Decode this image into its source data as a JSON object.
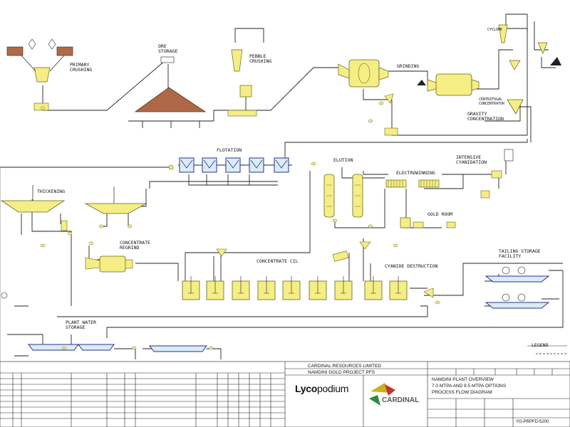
{
  "labels": {
    "primary_crushing": "PRIMARY\nCRUSHING",
    "ore_storage": "ORE\nSTORAGE",
    "pebble_crushing": "PEBBLE\nCRUSHING",
    "grinding": "GRINDING",
    "cyclone": "CYCLONE",
    "gravity_concentration": "GRAVITY\nCONCENTRATION",
    "centrifugal_concentrator": "CENTRIFUGAL\nCONCENTRATOR",
    "flotation": "FLOTATION",
    "elution": "ELUTION",
    "electrowinning": "ELECTROWINNING",
    "intensive_cyanidation": "INTENSIVE\nCYANIDATION",
    "thickening": "THICKENING",
    "gold_room": "GOLD ROOM",
    "concentrate_regrind": "CONCENTRATE\nREGRIND",
    "concentrate_cil": "CONCENTRATE CIL",
    "cyanide_destruction": "CYANIDE DESTRUCTION",
    "tailing_storage_facility": "TAILING STORAGE\nFACILITY",
    "plant_water_storage": "PLANT WATER\nSTORAGE",
    "legend": "LEGEND"
  },
  "title_block": {
    "client": "CARDINAL RESOURCES LIMITED",
    "project": "NAMDINI GOLD PROJECT PFS",
    "title_line1": "NAMDINI PLANT OVERVIEW",
    "title_line2": "7.0 MTPA AND 9.5 MTPA OPTIONS",
    "title_line3": "PROCESS FLOW DIAGRAM",
    "drawing_number": "YG-PRPFD-5200",
    "lyco_bold": "Lyco",
    "lyco_thin": "podium",
    "cardinal": "CARDINAL"
  },
  "colors": {
    "equipment_fill": "#f4ee84",
    "equipment_stroke": "#6a6420",
    "line": "#222222",
    "stockpile": "#b06a48",
    "tank_blue": "#2a2f8c",
    "tank_fill": "#d9ecf7"
  }
}
